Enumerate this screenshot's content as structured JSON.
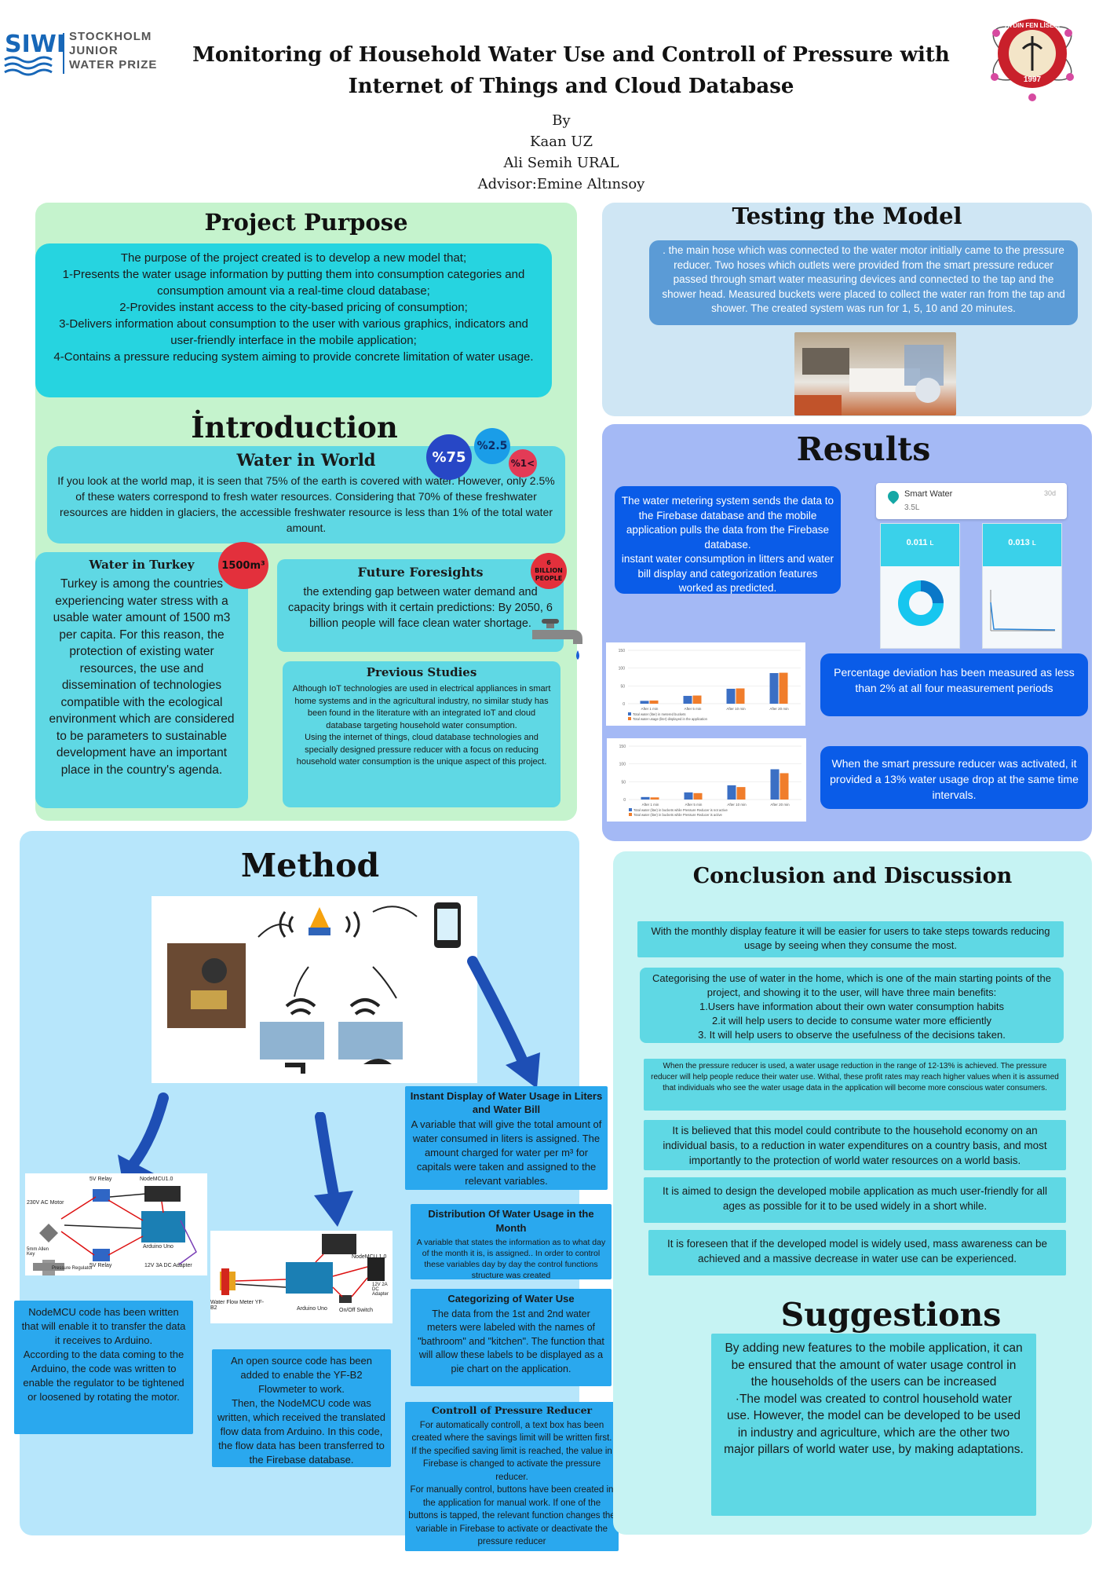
{
  "header": {
    "logo_left": {
      "siwi": "SIWI",
      "line1": "STOCKHOLM",
      "line2": "JUNIOR",
      "line3": "WATER PRIZE"
    },
    "title": "Monitoring of Household Water Use and Controll of Pressure with Internet of Things and Cloud Database",
    "by": "By",
    "authors": [
      "Kaan UZ",
      "Ali Semih URAL",
      "Advisor:Emine Altınsoy"
    ],
    "logo_right": {
      "arc_text": "AYDIN FEN LİSESİ",
      "year": "1997"
    }
  },
  "purpose": {
    "heading": "Project Purpose",
    "text": "The purpose of the project created is to develop a new model that;\n1-Presents the water usage information by putting them into consumption categories and consumption amount via a real-time cloud database;\n2-Provides instant access to the city-based pricing of consumption;\n3-Delivers information about consumption to the user with various graphics, indicators and user-friendly interface in the mobile application;\n4-Contains a pressure reducing system aiming to provide concrete limitation of water usage."
  },
  "introduction": {
    "heading": "İntroduction",
    "bubbles": [
      "%75",
      "%2.5",
      "%1<"
    ],
    "world": {
      "title": "Water in World",
      "text": "If you look at the world map, it is seen that 75% of the earth is covered with water. However, only 2.5% of these waters correspond to fresh water resources. Considering that 70% of these freshwater resources are hidden in glaciers, the accessible freshwater resource is less than 1% of the total water amount."
    },
    "turkey": {
      "title": "Water in Turkey",
      "badge": "1500m³",
      "text": "Turkey is among the countries experiencing water stress with a usable water amount of 1500 m3 per capita. For this reason, the protection of existing water resources, the use and dissemination of technologies compatible with the ecological environment which are considered to be parameters to sustainable development have an important place in the country's agenda."
    },
    "future": {
      "title": "Future Foresights",
      "badge": "6 BILLION PEOPLE",
      "text": "the extending gap between water demand and capacity brings with it certain predictions: By 2050, 6 billion people will face clean water shortage."
    },
    "previous": {
      "title": "Previous Studies",
      "text": "Although IoT technologies are used in electrical appliances in smart home systems and in the agricultural industry, no similar study has been found in the literature with an integrated IoT and cloud database targeting household water consumption.\nUsing the internet of things, cloud database technologies and specially designed pressure reducer with a focus on reducing household water consumption is the unique aspect of this project."
    }
  },
  "testing": {
    "heading": "Testing the Model",
    "text": ". the main hose which was connected to the water motor initially came to the pressure reducer. Two hoses which outlets were provided from the smart pressure reducer passed through smart water measuring devices and connected to the tap and the shower head. Measured buckets were placed to collect the water ran from the tap and shower. The created system was run for 1, 5, 10 and 20 minutes."
  },
  "results": {
    "heading": "Results",
    "box1": "The water metering system sends the data to the Firebase database and the mobile application pulls the data from the Firebase database.\ninstant water consumption in litters and water bill display and categorization features worked as predicted.",
    "box2": "Percentage deviation has been measured as less than 2% at all four measurement periods",
    "box3": "When the smart pressure reducer was activated, it provided a 13% water usage drop at the same time intervals.",
    "notification": {
      "app": "Smart Water",
      "value": "3.5L",
      "time": "30d"
    },
    "phone1": {
      "value": "0.011",
      "unit": "L"
    },
    "phone2": {
      "value": "0.013",
      "unit": "L"
    }
  },
  "chart_data": [
    {
      "type": "bar",
      "categories": [
        "After 1 min",
        "After 5 min",
        "After 10 min",
        "After 20 min"
      ],
      "ylim": [
        0,
        150
      ],
      "yticks": [
        0,
        50,
        100,
        150
      ],
      "series": [
        {
          "name": "Total water (liter) in metered buckets",
          "values": [
            8,
            22,
            42,
            86
          ],
          "color": "#3b6fc4"
        },
        {
          "name": "Total water usage (liter) displayed in the application",
          "values": [
            9,
            23,
            43,
            87
          ],
          "color": "#f07d2b"
        }
      ]
    },
    {
      "type": "bar",
      "categories": [
        "After 1 min",
        "After 5 min",
        "After 10 min",
        "After 20 min"
      ],
      "ylim": [
        0,
        150
      ],
      "yticks": [
        0,
        50,
        100,
        150
      ],
      "series": [
        {
          "name": "Total water (liter) in buckets while Pressure Reducer is not active",
          "values": [
            7,
            20,
            40,
            85
          ],
          "color": "#3b6fc4"
        },
        {
          "name": "Total water (liter) in buckets while Pressure Reducer is active",
          "values": [
            6,
            18,
            35,
            74
          ],
          "color": "#f07d2b"
        }
      ]
    }
  ],
  "method": {
    "heading": "Method",
    "diagram1_labels": {
      "relay_top": "5V Relay",
      "nodemcu": "NodeMCU1.0",
      "motor": "230V AC Motor",
      "arduino": "Arduino Uno",
      "relay_bottom": "5V Relay",
      "adapter": "12V 3A DC Adapter",
      "regulator": "Pressure Regulator",
      "allen": "5mm Allen Key"
    },
    "diagram2_labels": {
      "nodemcu": "NodeMCU 1.0",
      "adapter": "12V 2A DC Adapter",
      "flow": "Water Flow Meter YF-B2",
      "arduino": "Arduino Uno",
      "switch": "On/Off Switch"
    },
    "box_nodemcu": "NodeMCU code has been written that will enable it to transfer the data it receives to Arduino.\nAccording to the data coming to the Arduino, the code was written to enable the regulator to be tightened or loosened by rotating the motor.",
    "box_open": "An open source code has been added to enable the YF-B2 Flowmeter to work.\nThen, the NodeMCU code was written, which received the translated flow data from Arduino. In this code, the flow data has been transferred to the Firebase database.",
    "instant": {
      "title": "Instant Display of Water Usage in Liters and Water Bill",
      "text": "A variable that will give the total amount of water consumed in liters is assigned. The amount charged for water per m³ for capitals were taken and assigned to the relevant variables."
    },
    "distribution": {
      "title": "Distribution Of Water Usage in the Month",
      "text": "A variable that states the information as to what day of the month it is, is assigned.. In order to control these variables day by day the control functions structure was created"
    },
    "categorizing": {
      "title": "Categorizing of Water Use",
      "text": "The data from the 1st and 2nd water meters were labeled with the names of \"bathroom\" and \"kitchen\". The function that will allow these labels to be displayed as a pie chart on the application."
    },
    "control": {
      "title": "Controll of Pressure Reducer",
      "text": "For automatically controll, a text box has been created where the savings limit will be written first. If the specified saving limit is reached, the value in Firebase is changed to activate the pressure reducer.\nFor manually control, buttons have been created in the application for manual work. If one of the buttons is tapped, the relevant function changes the variable in Firebase to activate or deactivate the pressure reducer"
    }
  },
  "conclusion": {
    "heading": "Conclusion and Discussion",
    "items": [
      "With the monthly display feature it will be easier for users to take steps towards reducing usage by seeing when they consume the most.",
      "Categorising the use of water in the home, which is one of the main starting points of the project, and showing it to the user, will have three main benefits:\n1.Users have information about their own water consumption habits\n2.it will help users to decide to consume water more efficiently\n3. It will help users to observe the usefulness of the decisions taken.",
      "When the pressure reducer is used, a water usage reduction in the range of 12-13% is achieved. The pressure reducer will help people reduce their water use. Withal, these profit rates may reach higher values when it is assumed that individuals who see the water usage data in the application will become more conscious water consumers.",
      "It is believed that this model could contribute to the household economy on an individual basis, to a reduction in water expenditures on a country basis, and most importantly to the protection of world water resources on a world basis.",
      "It is aimed to design the developed mobile application as much user-friendly for all ages as possible for it to be used widely in a short while.",
      "It is foreseen that if the developed model is widely used, mass awareness can be achieved and a massive decrease in water use can be experienced."
    ]
  },
  "suggestions": {
    "heading": "Suggestions",
    "text": "By adding new features to the mobile application, it can be ensured that the amount of water usage control in the households of the users can be increased\n·The model was created to control household water use. However, the model can be developed to be used in industry and agriculture, which are the other two major pillars of world water use, by making adaptations."
  },
  "colors": {
    "green_panel": "#c5f3cd",
    "light_blue_panel": "#cfe6f4",
    "results_panel": "#a4b9f5",
    "method_panel": "#b7e6fb",
    "conclusion_panel": "#c6f3f3",
    "teal_box": "#26d4e0",
    "deep_blue_box": "#0a5ce8"
  }
}
